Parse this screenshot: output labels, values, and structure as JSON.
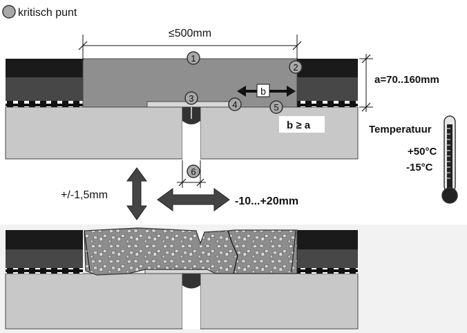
{
  "legend": {
    "label": "kritisch punt"
  },
  "dimensions": {
    "width_label": "≤500mm",
    "height_label": "a=70..160mm",
    "b_label": "b",
    "b_condition": "b ≥ a"
  },
  "points": [
    "1",
    "2",
    "3",
    "4",
    "5",
    "6"
  ],
  "movements": {
    "vertical": "+/-1,5mm",
    "horizontal": "-10...+20mm"
  },
  "temperature": {
    "title": "Temperatuur",
    "max": "+50°C",
    "min": "-15°C"
  },
  "colors": {
    "asphalt_dark": "#1a1a1a",
    "asphalt_mid": "#474747",
    "joint_fill": "#8f8f8f",
    "concrete": "#c8c8c8",
    "point_marker": "#a8a8a8"
  }
}
